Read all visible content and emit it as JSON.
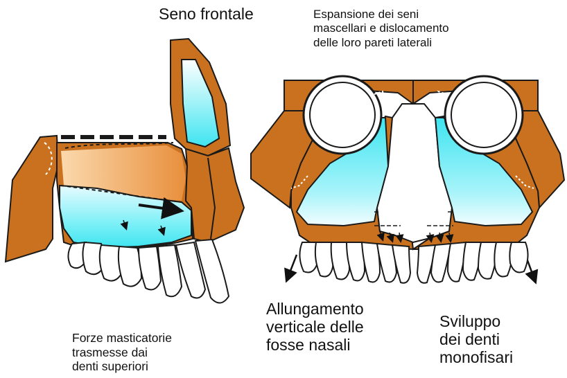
{
  "labels": {
    "frontal_sinus": "Seno frontale",
    "sinus_expansion": "Espansione dei seni\nmascellari e dislocamento\ndelle loro pareti laterali",
    "masticatory_forces": "Forze masticatorie\ntrasmesse dai\ndenti superiori",
    "nasal_elongation": "Allungamento\nverticale delle\nfosse nasali",
    "permanent_teeth": "Sviluppo\ndei denti\nmonofisari"
  },
  "colors": {
    "bone": "#c9711e",
    "bone_light": "#f4b876",
    "sinus": "#3ee4f0",
    "sinus_light": "#e6fbff",
    "outline": "#1a1a1a",
    "tooth": "#ffffff"
  }
}
